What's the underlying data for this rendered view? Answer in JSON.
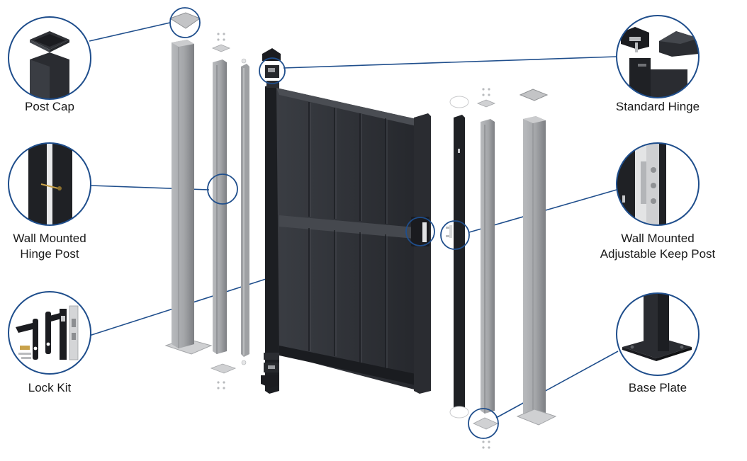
{
  "diagram": {
    "colors": {
      "callout": "#1f4e8c",
      "gate": "#2d3036",
      "gate_dark": "#1e2024",
      "post_light": "#a9abae",
      "post_mid": "#8e9094",
      "post_dark": "#6d6f73",
      "plate": "#c8c9cb"
    },
    "callouts": [
      {
        "id": "post-cap",
        "lines": [
          "Post Cap"
        ]
      },
      {
        "id": "wall-mounted-hinge-post",
        "lines": [
          "Wall Mounted",
          "Hinge Post"
        ]
      },
      {
        "id": "lock-kit",
        "lines": [
          "Lock Kit"
        ]
      },
      {
        "id": "standard-hinge",
        "lines": [
          "Standard Hinge"
        ]
      },
      {
        "id": "wall-mounted-adjustable-keep-post",
        "lines": [
          "Wall Mounted",
          "Adjustable Keep Post"
        ]
      },
      {
        "id": "base-plate",
        "lines": [
          "Base Plate"
        ]
      }
    ]
  }
}
